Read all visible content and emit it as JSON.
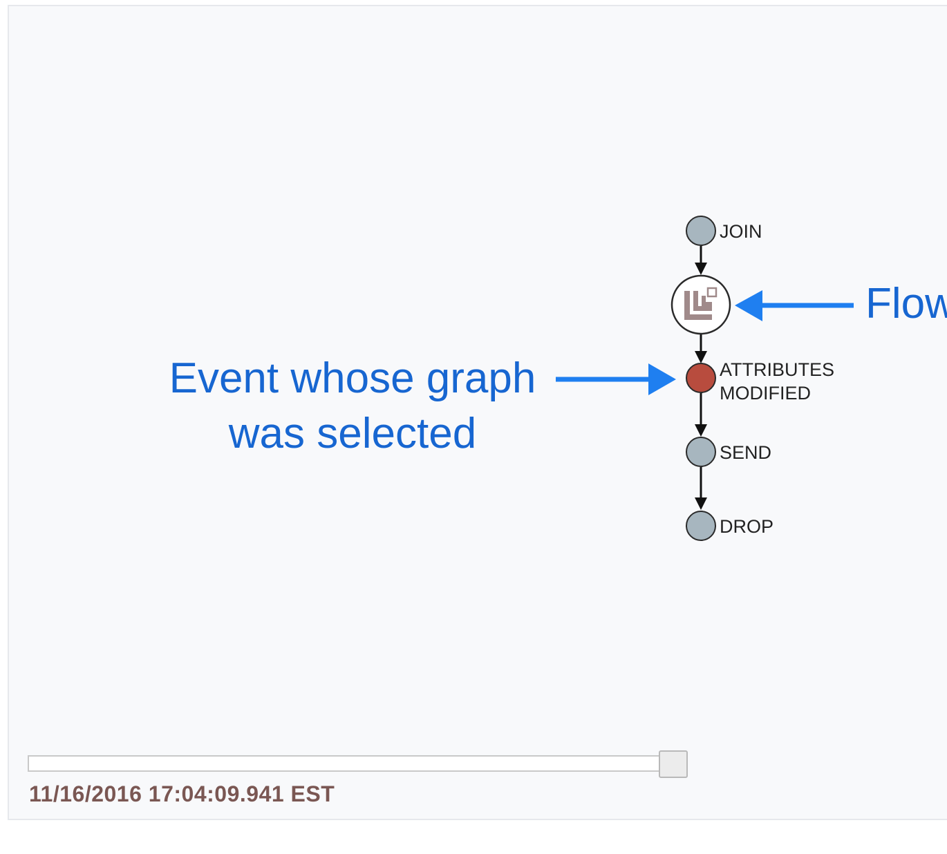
{
  "graph": {
    "nodes": [
      {
        "id": "join",
        "label": "JOIN",
        "type": "event",
        "color": "#a7b6bf"
      },
      {
        "id": "flow",
        "label": "",
        "type": "flow-icon",
        "color": "#ffffff"
      },
      {
        "id": "attributes_modified",
        "label": "ATTRIBUTES\nMODIFIED",
        "type": "event",
        "color": "#b84c3e",
        "selected": true
      },
      {
        "id": "send",
        "label": "SEND",
        "type": "event",
        "color": "#a7b6bf"
      },
      {
        "id": "drop",
        "label": "DROP",
        "type": "event",
        "color": "#a7b6bf"
      }
    ],
    "edges": [
      {
        "from": "join",
        "to": "flow"
      },
      {
        "from": "flow",
        "to": "attributes_modified"
      },
      {
        "from": "attributes_modified",
        "to": "send"
      },
      {
        "from": "send",
        "to": "drop"
      }
    ]
  },
  "annotations": {
    "event_text": "Event whose graph\nwas selected",
    "flow_text": "Flow",
    "arrow_color": "#1f7ff0"
  },
  "slider": {
    "position": 1.0
  },
  "timestamp": "11/16/2016 17:04:09.941 EST",
  "colors": {
    "annotation_text": "#1766d1",
    "timestamp_text": "#7a5753",
    "selected_event": "#b84c3e",
    "event_node": "#a7b6bf",
    "flow_icon": "#a08a8a"
  }
}
